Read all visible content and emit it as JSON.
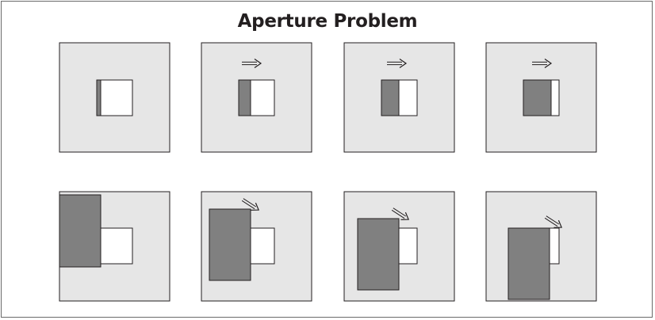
{
  "title": "Aperture Problem",
  "colors": {
    "panel_fill": "#e6e6e6",
    "panel_stroke": "#231f20",
    "aperture_fill": "#ffffff",
    "occluder_fill": "#808080",
    "arrow_stroke": "#231f20"
  },
  "rows": [
    {
      "name": "row-horizontal-motion",
      "frames": [
        {
          "arrow": "none"
        },
        {
          "arrow": "right-arrow-icon"
        },
        {
          "arrow": "right-arrow-icon"
        },
        {
          "arrow": "right-arrow-icon"
        }
      ]
    },
    {
      "name": "row-diagonal-motion",
      "frames": [
        {
          "arrow": "none"
        },
        {
          "arrow": "down-right-arrow-icon"
        },
        {
          "arrow": "down-right-arrow-icon"
        },
        {
          "arrow": "down-right-arrow-icon"
        }
      ]
    }
  ]
}
